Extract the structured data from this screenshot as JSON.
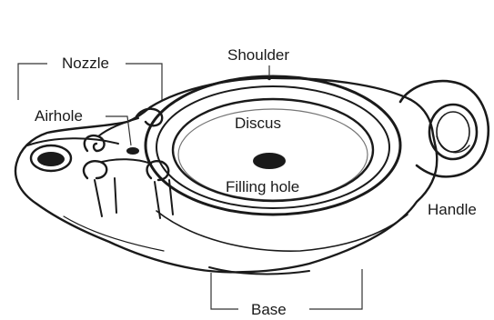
{
  "diagram": {
    "labels": {
      "nozzle": "Nozzle",
      "shoulder": "Shoulder",
      "airhole": "Airhole",
      "discus": "Discus",
      "filling_hole": "Filling hole",
      "handle": "Handle",
      "base": "Base"
    },
    "colors": {
      "ink": "#1a1a1a",
      "paper": "#ffffff"
    }
  }
}
